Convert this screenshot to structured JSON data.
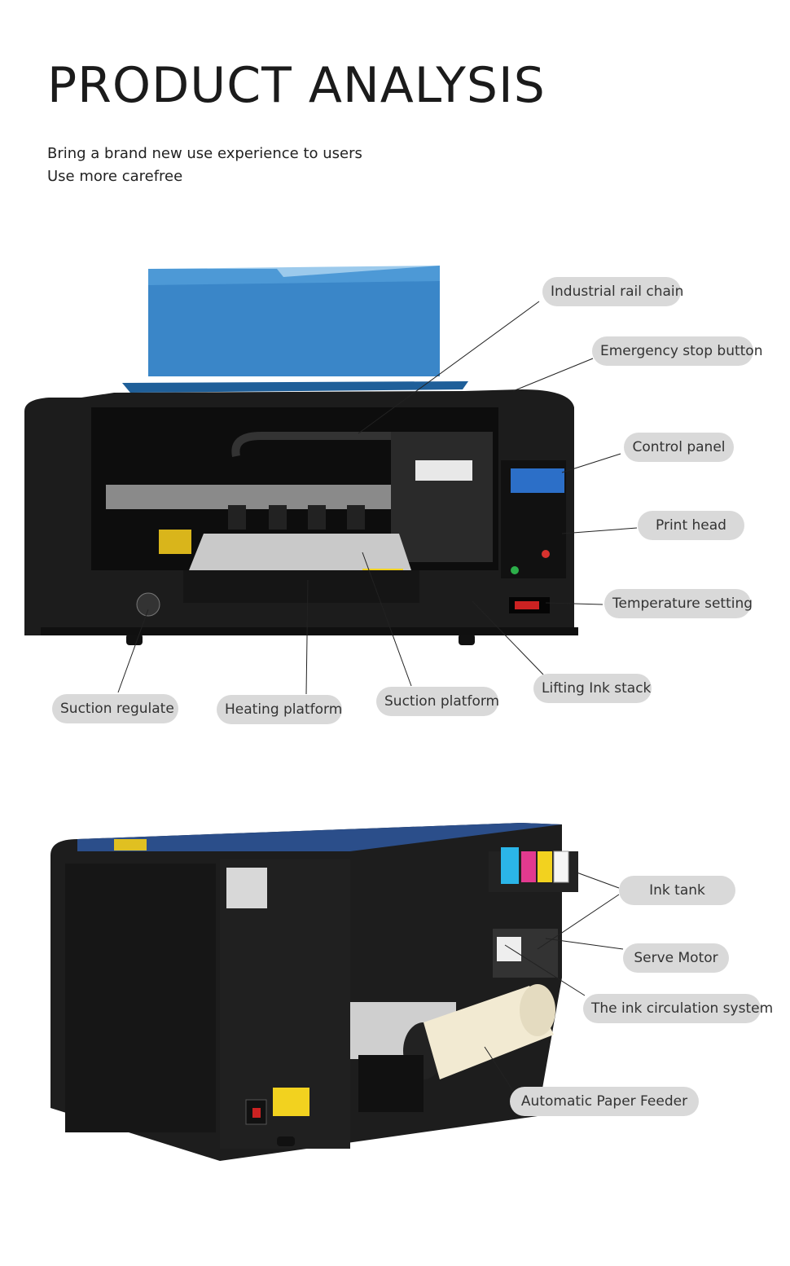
{
  "header": {
    "title": "PRODUCT ANALYSIS",
    "subtitle_line1": "Bring a brand new use experience to users",
    "subtitle_line2": "Use more carefree"
  },
  "front_view": {
    "labels": {
      "industrial_rail_chain": "Industrial rail chain",
      "emergency_stop_button": "Emergency stop button",
      "control_panel": "Control panel",
      "print_head": "Print head",
      "temperature_setting": "Temperature setting",
      "lifting_ink_stack": "Lifting Ink stack",
      "suction_regulate": "Suction regulate",
      "heating_platform": "Heating platform",
      "suction_platform": "Suction platform"
    }
  },
  "rear_view": {
    "labels": {
      "ink_tank": "Ink tank",
      "serve_motor": "Serve Motor",
      "ink_circulation_system": "The ink circulation system",
      "automatic_paper_feeder": "Automatic Paper Feeder"
    }
  },
  "colors": {
    "pill_bg": "#d9d9d9",
    "printer_body": "#1a1a1a",
    "lid_blue": "#3a86c8",
    "ink_cyan": "#2bb5e8",
    "ink_magenta": "#e23a8f",
    "ink_yellow": "#f2d21f",
    "ink_white": "#f5f5f5"
  }
}
